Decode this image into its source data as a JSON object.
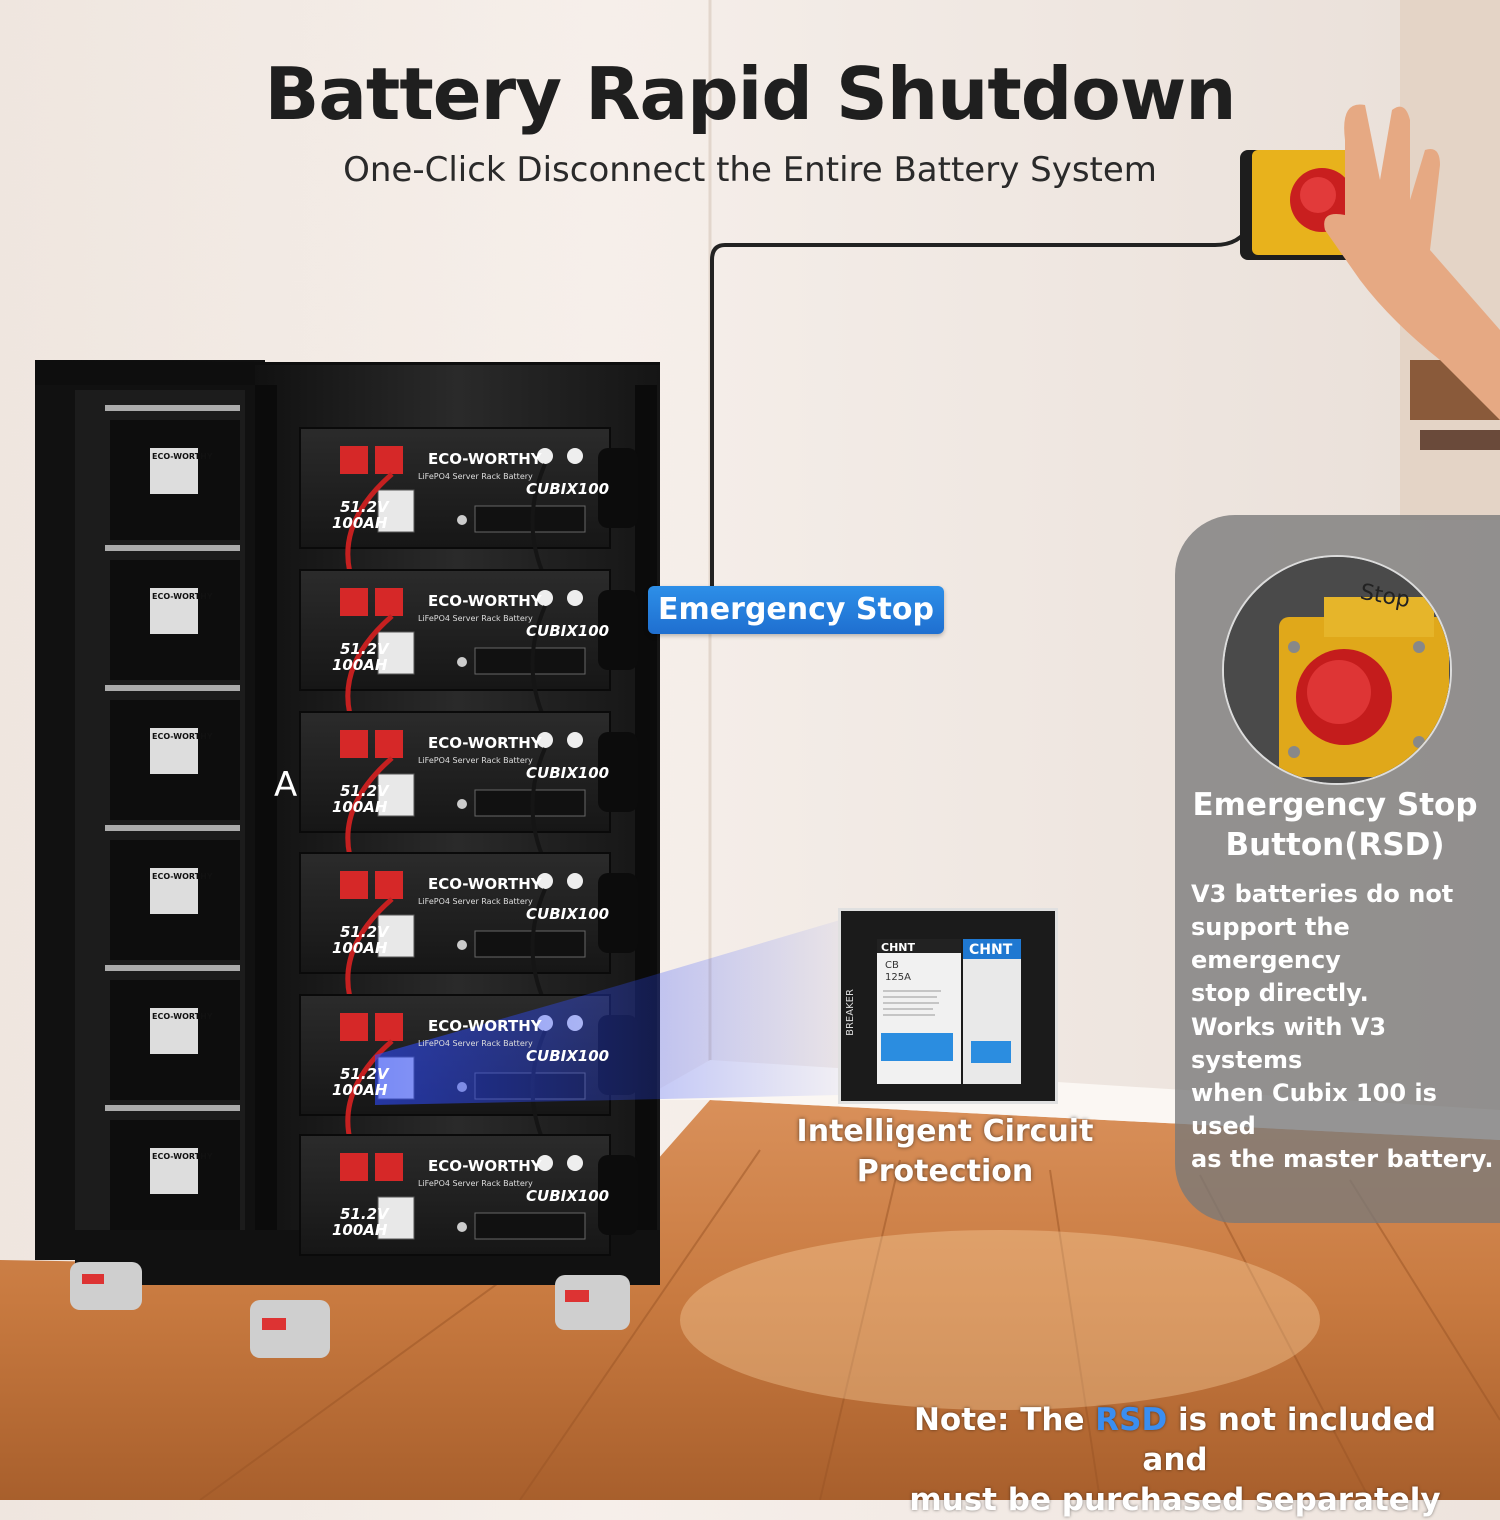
{
  "header": {
    "title": "Battery Rapid Shutdown",
    "subtitle": "One-Click Disconnect the Entire Battery System"
  },
  "callout": {
    "emergency_label": "Emergency Stop"
  },
  "side_panel": {
    "title_line1": "Emergency Stop",
    "title_line2": "Button(RSD)",
    "text_line1": "V3 batteries do not",
    "text_line2": "support the emergency",
    "text_line3": "stop directly.",
    "text_line4": "Works with V3 systems",
    "text_line5": "when Cubix 100 is used",
    "text_line6": "as the master battery.",
    "button_label": "Stop"
  },
  "breaker": {
    "label_line1": "Intelligent Circuit",
    "label_line2": "Protection",
    "brand1": "CHNT",
    "brand2": "CHNT",
    "side_text": "BREAKER",
    "spec1": "CB",
    "spec2": "125A"
  },
  "battery": {
    "brand": "ECO-WORTHY",
    "sub_brand": "LiFePO4 Server Rack Battery",
    "voltage": "51.2V",
    "capacity": "100AH",
    "model": "CUBIX100",
    "side_brand": "ECO-WORTHY",
    "rack_mark": "A"
  },
  "note": {
    "prefix": "Note: The ",
    "highlight": "RSD",
    "suffix": " is not included and",
    "line2": "must be purchased separately"
  },
  "colors": {
    "accent_blue": "#2d8fe8",
    "panel_gray": "#787878",
    "rack_black": "#1a1a1a",
    "terminal_red": "#d62828",
    "floor_wood": "#c77a3e"
  }
}
